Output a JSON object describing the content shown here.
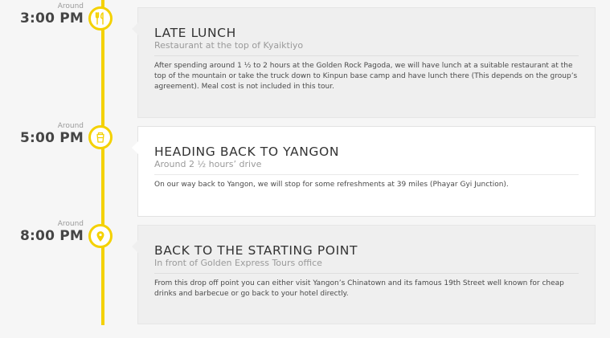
{
  "colors": {
    "accent": "#f4d100",
    "card_gray": "#efefef",
    "card_white": "#ffffff"
  },
  "timeline": [
    {
      "around": "Around",
      "time": "3:00 PM",
      "icon": "fork-knife-icon",
      "title": "LATE LUNCH",
      "subtitle": "Restaurant at the top of Kyaiktiyo",
      "body": "After spending around 1 ½ to 2 hours at the Golden Rock Pagoda, we will have lunch at a suitable restaurant at the top of the mountain or take the truck down to Kinpun base camp and have lunch there (This depends on the group’s agreement). Meal cost is not included in this tour."
    },
    {
      "around": "Around",
      "time": "5:00 PM",
      "icon": "coffee-cup-icon",
      "title": "HEADING BACK TO YANGON",
      "subtitle": "Around 2 ½ hours’ drive",
      "body": "On our way back to Yangon, we will stop for some refreshments at 39 miles (Phayar Gyi Junction)."
    },
    {
      "around": "Around",
      "time": "8:00 PM",
      "icon": "location-pin-icon",
      "title": "BACK TO THE STARTING POINT",
      "subtitle": "In front of Golden Express Tours office",
      "body": "From this drop off point you can either visit Yangon’s Chinatown and its famous 19th Street well known for cheap drinks and barbecue or go back to your hotel directly."
    }
  ]
}
